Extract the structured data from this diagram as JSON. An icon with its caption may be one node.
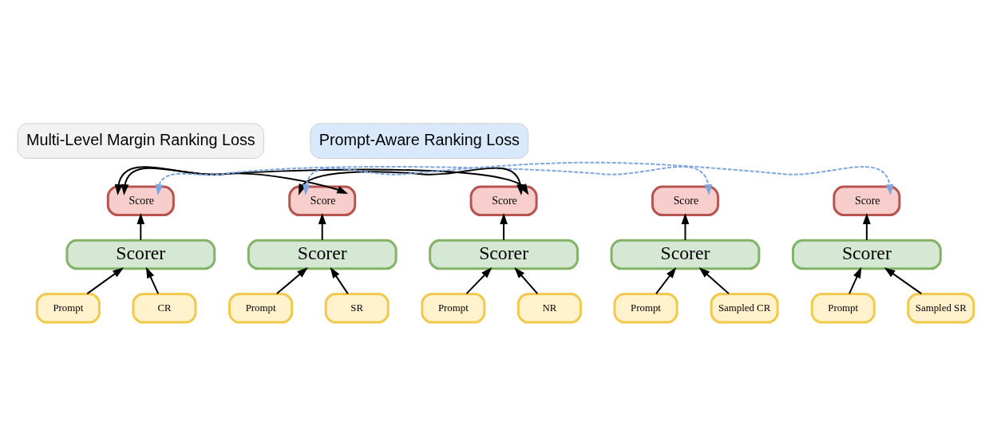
{
  "diagram": {
    "nodes": [
      {
        "text": [
          "Score"
        ]
      },
      {
        "text": [
          "Score"
        ]
      },
      {
        "text": [
          "Score"
        ]
      },
      {
        "text": [
          "Score"
        ]
      },
      {
        "text": [
          "Score"
        ]
      },
      {
        "text": [
          "Scorer"
        ]
      },
      {
        "text": [
          "Scorer"
        ]
      },
      {
        "text": [
          "Scorer"
        ]
      },
      {
        "text": [
          "Scorer"
        ]
      },
      {
        "text": [
          "Scorer"
        ]
      },
      {
        "text": [
          "Prompt"
        ]
      },
      {
        "text": [
          "CR"
        ]
      },
      {
        "text": [
          "Prompt"
        ]
      },
      {
        "text": [
          "SR"
        ]
      },
      {
        "text": [
          "Prompt"
        ]
      },
      {
        "text": [
          "NR"
        ]
      },
      {
        "text": [
          "Prompt"
        ]
      },
      {
        "text": [
          "Sampled CR"
        ]
      },
      {
        "text": [
          "Prompt"
        ]
      },
      {
        "text": [
          "Sampled SR"
        ]
      }
    ],
    "edges": [
      {
        "from": 10,
        "to": 5,
        "arrow": "to"
      },
      {
        "from": 11,
        "to": 5,
        "arrow": "to"
      },
      {
        "from": 12,
        "to": 6,
        "arrow": "to"
      },
      {
        "from": 13,
        "to": 6,
        "arrow": "to"
      },
      {
        "from": 14,
        "to": 7,
        "arrow": "to"
      },
      {
        "from": 15,
        "to": 7,
        "arrow": "to"
      },
      {
        "from": 16,
        "to": 8,
        "arrow": "to"
      },
      {
        "from": 17,
        "to": 8,
        "arrow": "to"
      },
      {
        "from": 18,
        "to": 9,
        "arrow": "to"
      },
      {
        "from": 19,
        "to": 9,
        "arrow": "to"
      },
      {
        "from": 5,
        "to": 0,
        "arrow": "to"
      },
      {
        "from": 6,
        "to": 1,
        "arrow": "to"
      },
      {
        "from": 7,
        "to": 2,
        "arrow": "to"
      },
      {
        "from": 8,
        "to": 3,
        "arrow": "to"
      },
      {
        "from": 9,
        "to": 4,
        "arrow": "to"
      },
      {
        "from": 0,
        "to": 2,
        "arrow": "both"
      },
      {
        "from": 0,
        "to": 1,
        "arrow": "both"
      },
      {
        "from": 1,
        "to": 2,
        "arrow": "both"
      },
      {
        "from": 0,
        "to": 3,
        "arrow": "both",
        "style": "dashed",
        "color": "#7ea6e0"
      },
      {
        "from": 1,
        "to": 4,
        "arrow": "both",
        "style": "dashed",
        "color": "#7ea6e0"
      }
    ],
    "legend": [
      {
        "text": "Multi-Level Margin Ranking Loss",
        "color": "#f2f2f2"
      },
      {
        "text": "Prompt-Aware Ranking Loss",
        "color": "#dae8fc"
      }
    ]
  }
}
